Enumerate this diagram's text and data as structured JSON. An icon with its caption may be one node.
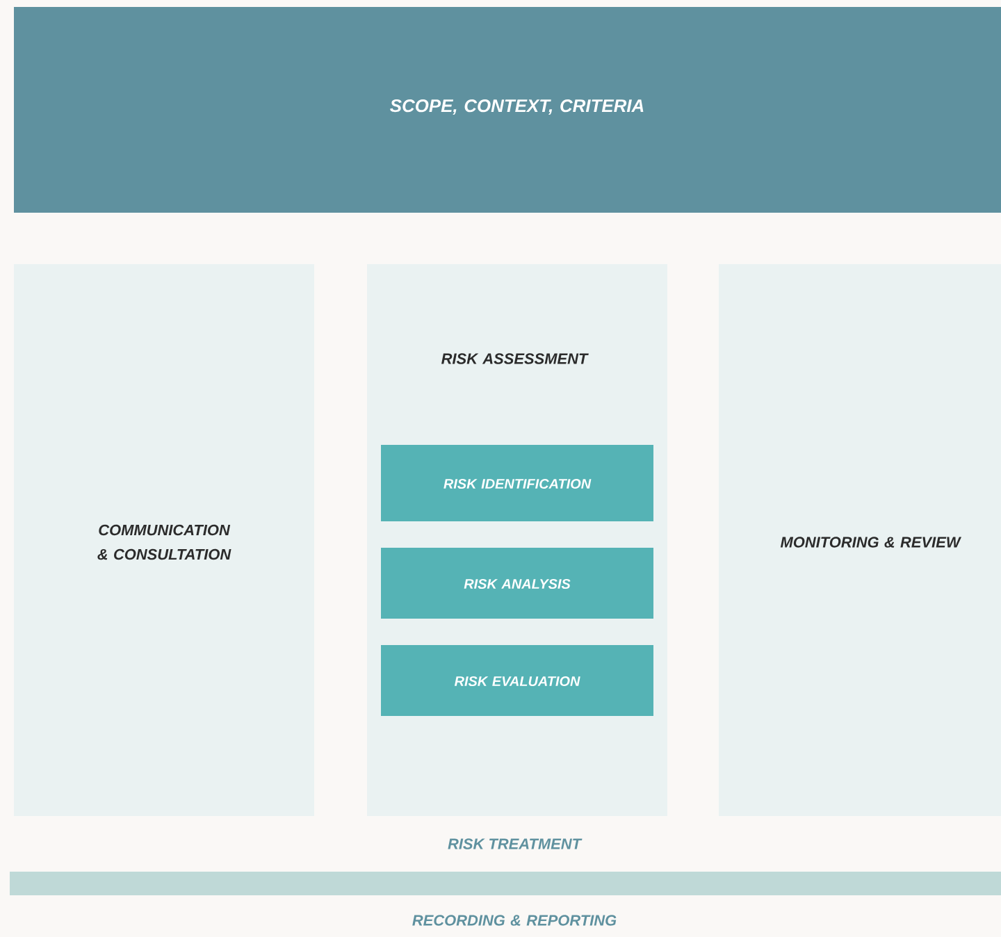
{
  "diagram": {
    "nodes": [
      {
        "text": [
          "SCOPE, CONTEXT, CRITERIA"
        ]
      },
      {
        "text": [
          "COMMUNICATION & CONSULTATION"
        ]
      },
      {
        "text": [
          "RISK ASSESSMENT"
        ]
      },
      {
        "text": [
          "RISK IDENTIFICATION"
        ],
        "in": 2
      },
      {
        "text": [
          "RISK ANALYSIS"
        ],
        "in": 2
      },
      {
        "text": [
          "RISK EVALUATION"
        ],
        "in": 2
      },
      {
        "text": [
          "MONITORING & REVIEW"
        ]
      },
      {
        "text": [
          "RECORDING & REPORTING"
        ]
      }
    ],
    "labels": [
      "RISK TREATMENT"
    ]
  }
}
